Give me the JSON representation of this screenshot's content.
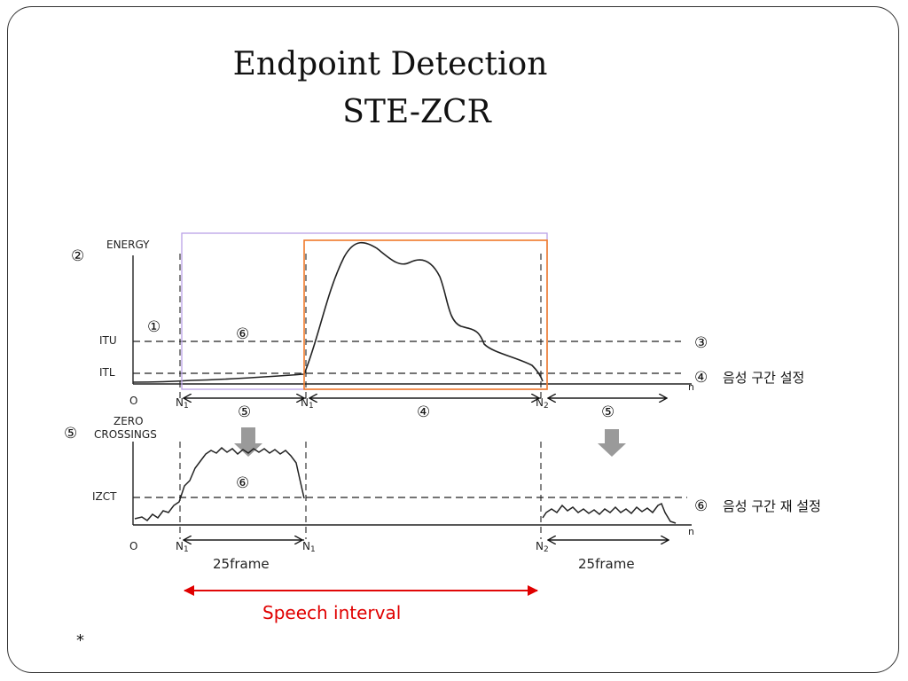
{
  "title_line1": "Endpoint Detection",
  "title_line2": "STE-ZCR",
  "energy_label": "ENERGY",
  "zero_label_1": "ZERO",
  "zero_label_2": "CROSSINGS",
  "itu_label": "ITU",
  "itl_label": "ITL",
  "izct_label": "IZCT",
  "origin_label": "O",
  "n_axis_label": "n",
  "n1_label": "N",
  "n1_sub": "1",
  "n2_label": "N",
  "n2_sub": "2",
  "markers": {
    "m1": "①",
    "m2": "②",
    "m3": "③",
    "m4": "④",
    "m5": "⑤",
    "m6": "⑥"
  },
  "step4_text": "음성 구간 설정",
  "step6_text": "음성 구간 재 설정",
  "frame_label_left": "25frame",
  "frame_label_right": "25frame",
  "speech_interval": "Speech interval",
  "footnote": "*",
  "colors": {
    "purple_box": "#b9a2e6",
    "orange_box": "#f07a2a",
    "speech_arrow": "#e00000",
    "gray_arrow": "#9a9a9a"
  }
}
